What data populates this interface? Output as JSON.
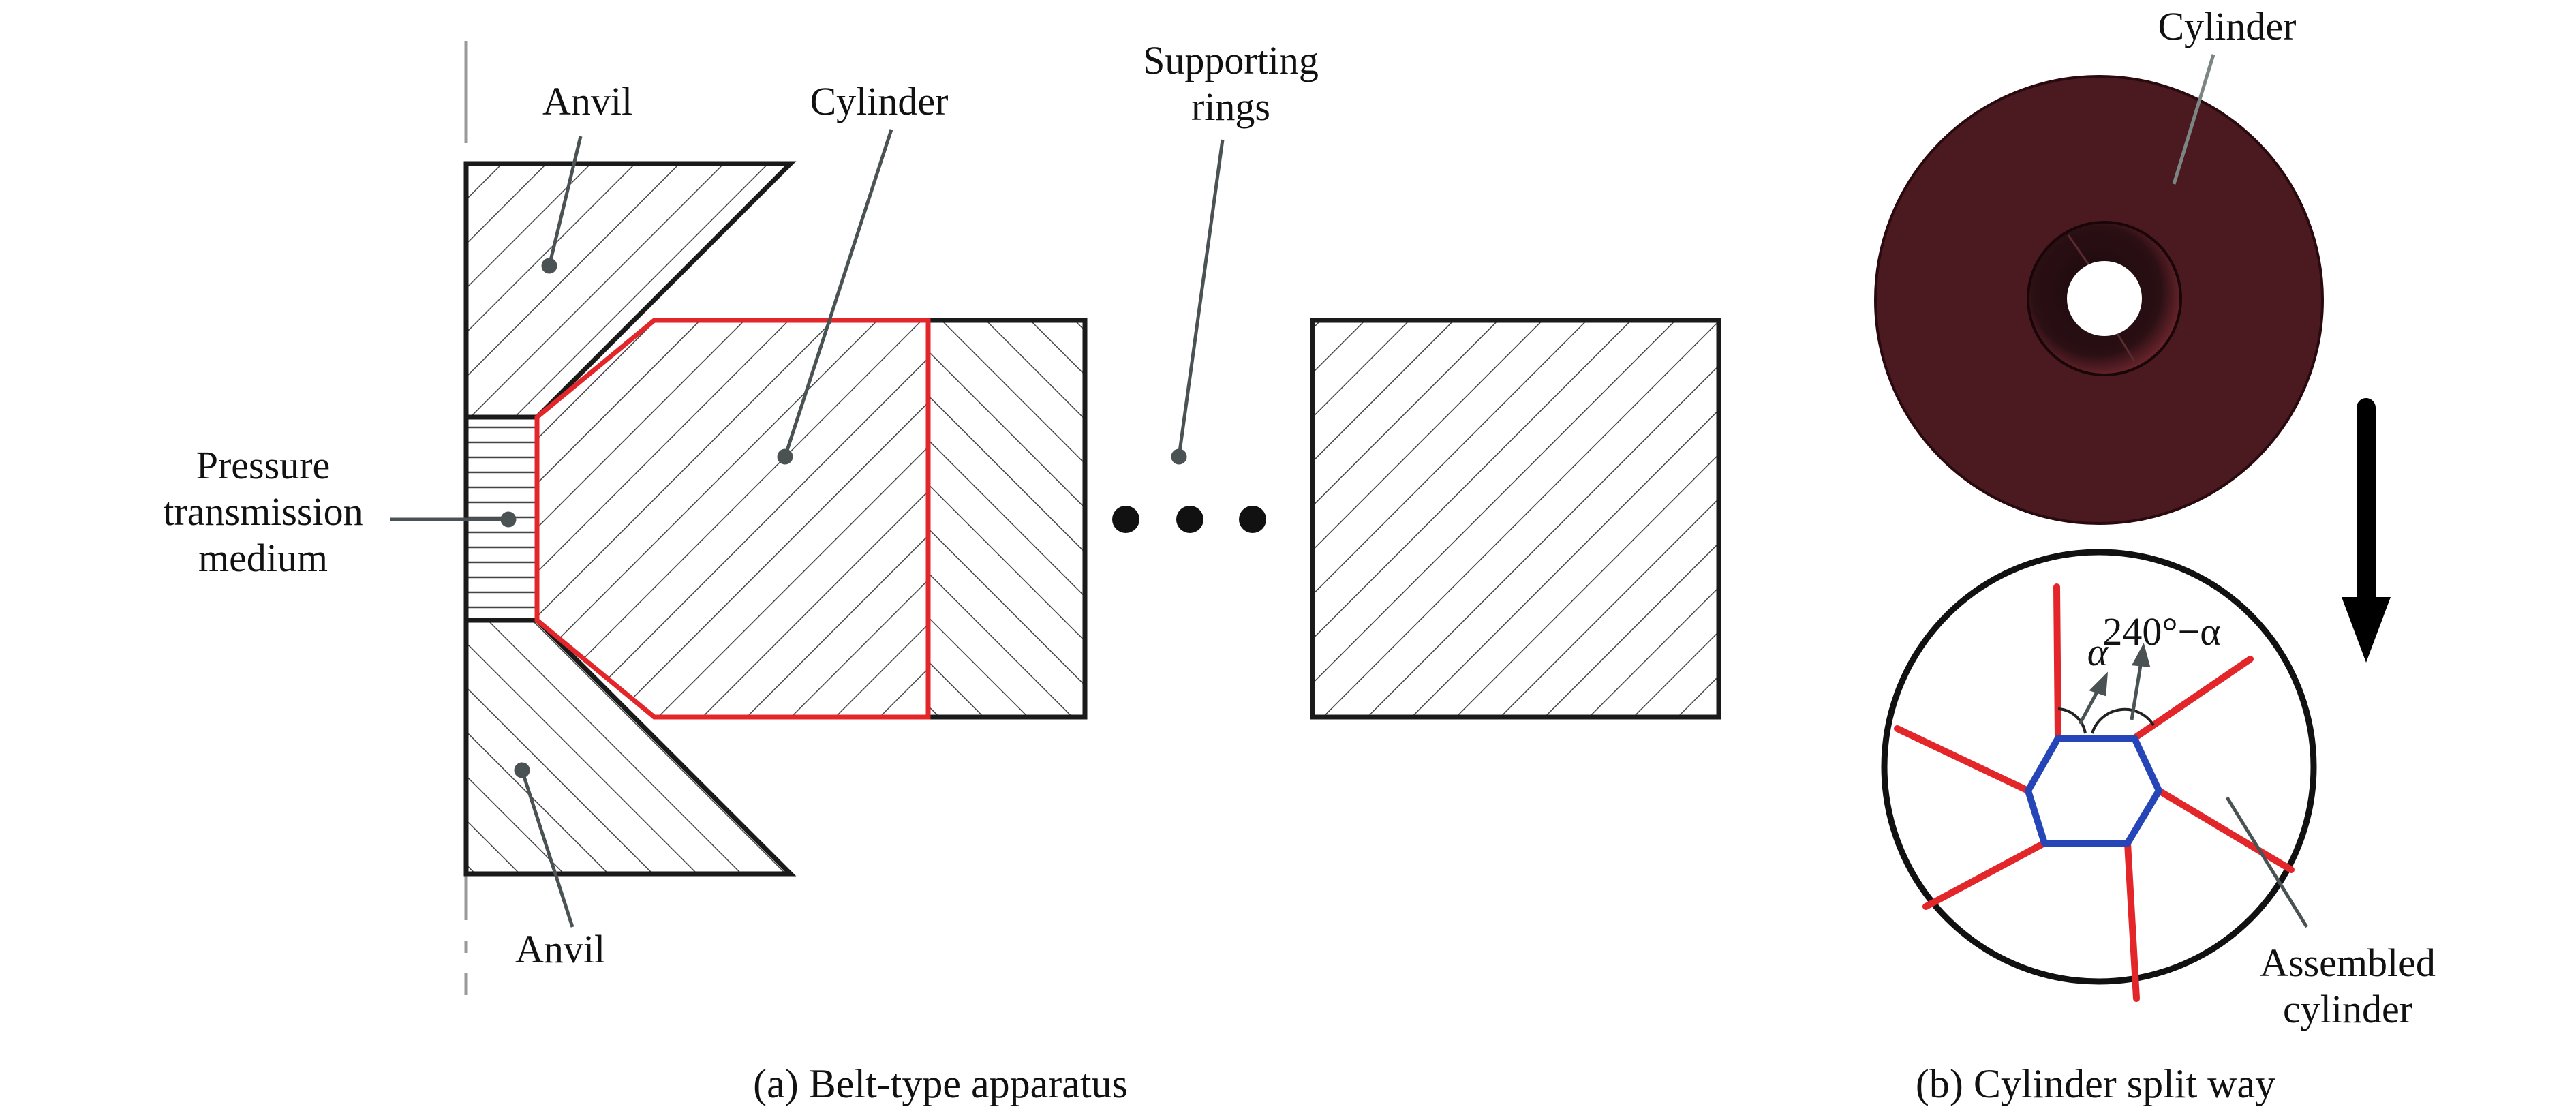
{
  "panel_a": {
    "caption": "(a) Belt-type apparatus",
    "labels": {
      "anvil_top": "Anvil",
      "anvil_bottom": "Anvil",
      "cylinder": "Cylinder",
      "supporting_rings": [
        "Supporting",
        "rings"
      ],
      "pressure_medium": [
        "Pressure",
        "transmission",
        "medium"
      ]
    }
  },
  "panel_b": {
    "caption": "(b) Cylinder split way",
    "labels": {
      "cylinder": "Cylinder",
      "assembled": [
        "Assembled",
        "cylinder"
      ],
      "angle_alpha": "α",
      "angle_complement": "240°−α"
    }
  },
  "colors": {
    "outline": "#1a1a1a",
    "cylinder_outline": "#e3262a",
    "split_lines": "#e3262a",
    "hexagon": "#2646b8",
    "cylinder_3d": "#4a1a20",
    "leader": "#4a5254",
    "hatch": "#444444",
    "arrow": "#000000"
  }
}
